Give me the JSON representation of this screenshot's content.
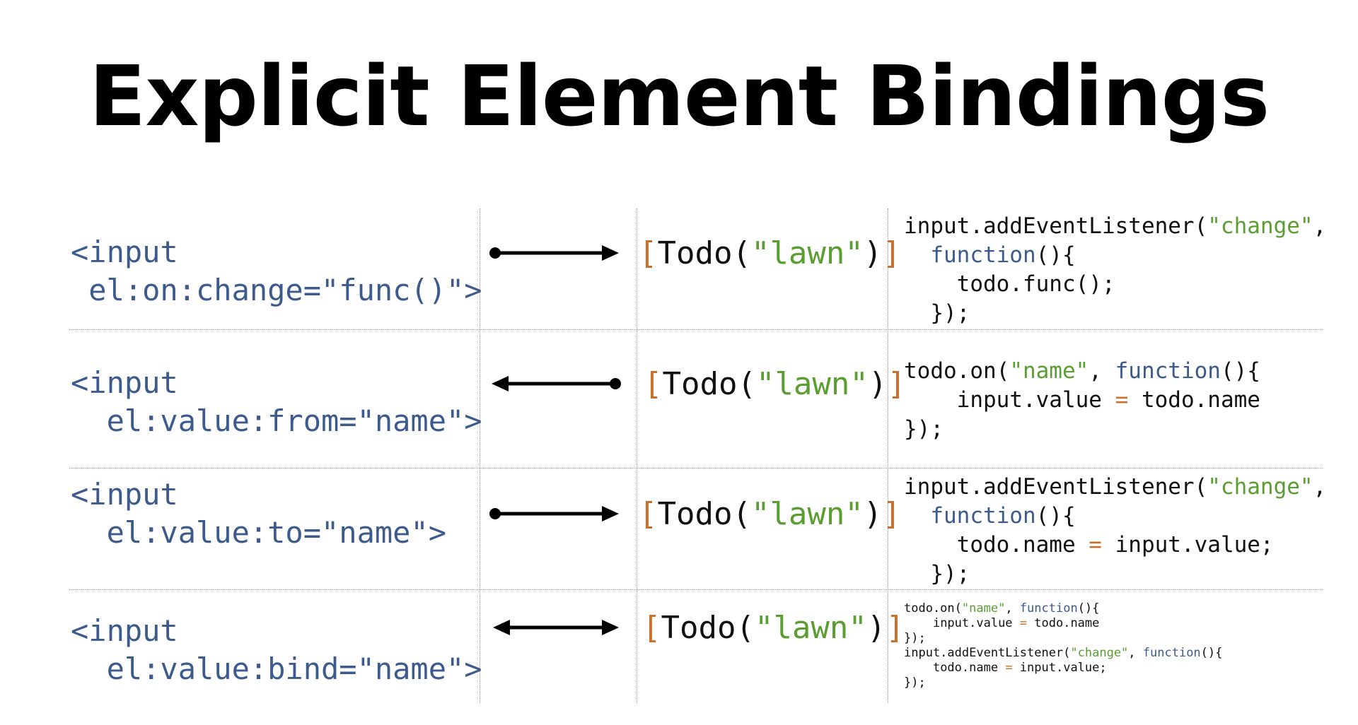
{
  "title": "Explicit Element Bindings",
  "colors": {
    "markup": "#3c5a8c",
    "bracket": "#c8702c",
    "string": "#5a9e32",
    "keyword": "#3c5a8c",
    "text": "#111111"
  },
  "todo": {
    "open": "[",
    "name": "Todo(",
    "arg": "\"lawn\"",
    "close_paren": ")",
    "close": "]"
  },
  "rows": [
    {
      "markup_line1": "<input",
      "markup_line2": " el:on:change=\"func()\">",
      "arrow": "right",
      "code": {
        "l1_a": "input.addEventListener(",
        "l1_b": "\"change\"",
        "l1_c": ",",
        "l2_kw": "function",
        "l2_rest": "(){",
        "l3": "todo.func();",
        "l4": "});"
      }
    },
    {
      "markup_line1": "<input",
      "markup_line2": "  el:value:from=\"name\">",
      "arrow": "left",
      "code": {
        "l1_a": "todo.on(",
        "l1_b": "\"name\"",
        "l1_c": ", ",
        "l1_kw": "function",
        "l1_d": "(){",
        "l2_a": "input.value ",
        "l2_op": "=",
        "l2_b": " todo.name",
        "l3": "});"
      }
    },
    {
      "markup_line1": "<input",
      "markup_line2": "  el:value:to=\"name\">",
      "arrow": "right",
      "code": {
        "l1_a": "input.addEventListener(",
        "l1_b": "\"change\"",
        "l1_c": ",",
        "l2_kw": "function",
        "l2_rest": "(){",
        "l3_a": "todo.name ",
        "l3_op": "=",
        "l3_b": " input.value;",
        "l4": "});"
      }
    },
    {
      "markup_line1": "<input",
      "markup_line2": "  el:value:bind=\"name\">",
      "arrow": "both",
      "code": {
        "l1_a": "todo.on(",
        "l1_b": "\"name\"",
        "l1_c": ", ",
        "l1_kw": "function",
        "l1_d": "(){",
        "l2_a": "input.value ",
        "l2_op": "=",
        "l2_b": " todo.name",
        "l3": "});",
        "l4_a": "input.addEventListener(",
        "l4_b": "\"change\"",
        "l4_c": ", ",
        "l4_kw": "function",
        "l4_d": "(){",
        "l5_a": "todo.name ",
        "l5_op": "=",
        "l5_b": " input.value;",
        "l6": "});"
      }
    }
  ]
}
